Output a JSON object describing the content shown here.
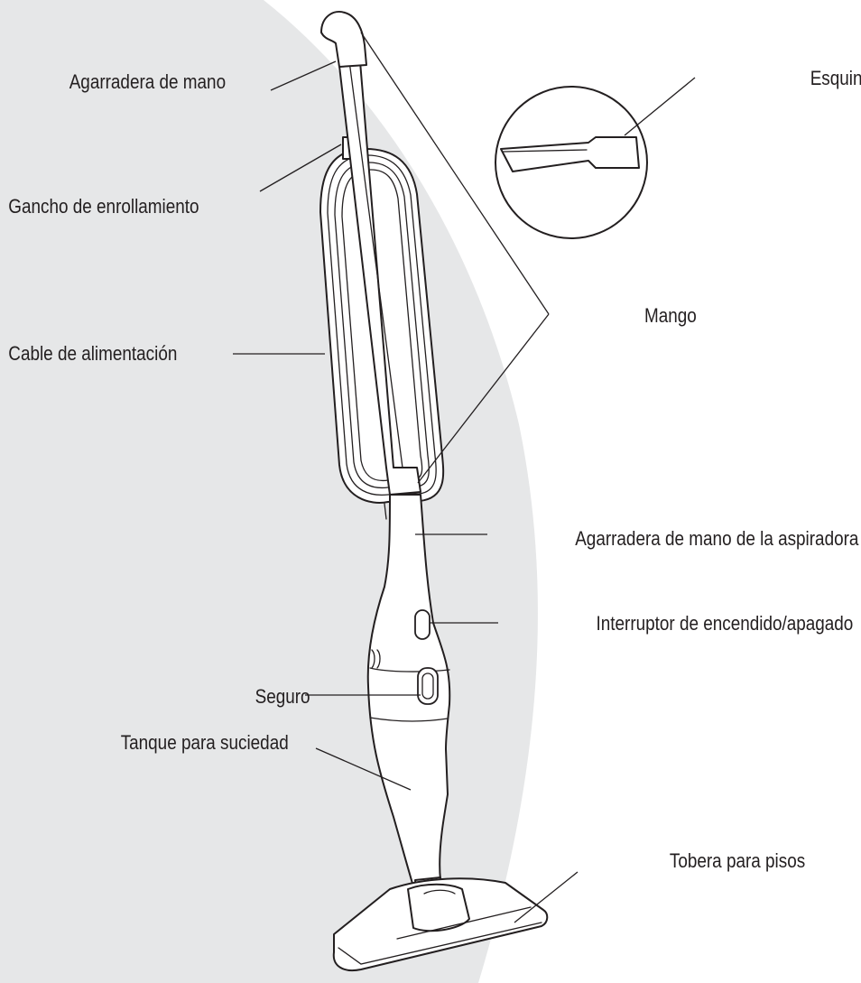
{
  "colors": {
    "background_shape": "#e6e7e8",
    "line": "#231f20",
    "part_fill": "#ffffff"
  },
  "labels": {
    "hand_grip": "Agarradera de mano",
    "cord_hook": "Gancho de enrollamiento",
    "power_cord": "Cable de alimentación",
    "crevice_tool": "Esquinero",
    "handle": "Mango",
    "vacuum_hand_grip": "Agarradera de mano de la aspiradora",
    "power_switch": "Interruptor de encendido/apagado",
    "lock": "Seguro",
    "dirt_tank": "Tanque para suciedad",
    "floor_nozzle": "Tobera para pisos"
  }
}
